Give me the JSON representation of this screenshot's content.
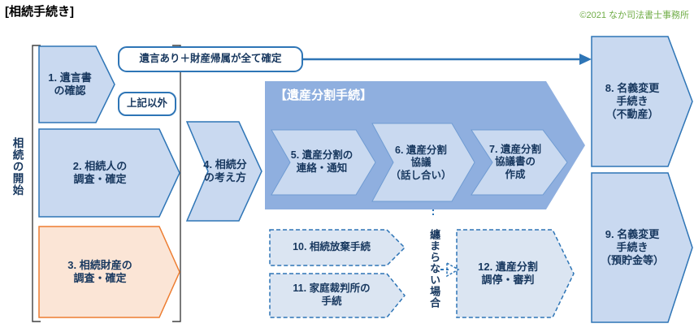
{
  "header": {
    "title": "[相続手続き]",
    "copyright": "©2021 なか司法書士事務所"
  },
  "flow": {
    "start": "相続の開始",
    "cond_will": "遺言あり＋財産帰属が全て確定",
    "cond_other": "上記以外",
    "banner": "【遺産分割手続】",
    "not_settled": "纏まらない場合",
    "steps": {
      "s1": "1. 遺言書\nの確認",
      "s2": "2. 相続人の\n調査・確定",
      "s3": "3. 相続財産の\n調査・確定",
      "s4": "4. 相続分\nの考え方",
      "s5": "5. 遺産分割の\n連絡・通知",
      "s6": "6. 遺産分割\n協議\n（話し合い）",
      "s7": "7. 遺産分割\n協議書の\n作成",
      "s8": "8. 名義変更\n手続き\n（不動産）",
      "s9": "9. 名義変更\n手続き\n（預貯金等）",
      "s10": "10. 相続放棄手続",
      "s11": "11. 家庭裁判所の\n手続",
      "s12": "12. 遺産分割\n調停・審判"
    }
  },
  "colors": {
    "step_fill": "#c9d9f0",
    "step_border": "#2e75b6",
    "highlight_fill": "#fbe5d6",
    "highlight_border": "#ed7d31",
    "banner_fill": "#8fafdf",
    "dashed_fill": "#dbe5f2",
    "text_navy": "#17375e",
    "copyright_green": "#70ad47",
    "bracket_gray": "#404040"
  }
}
